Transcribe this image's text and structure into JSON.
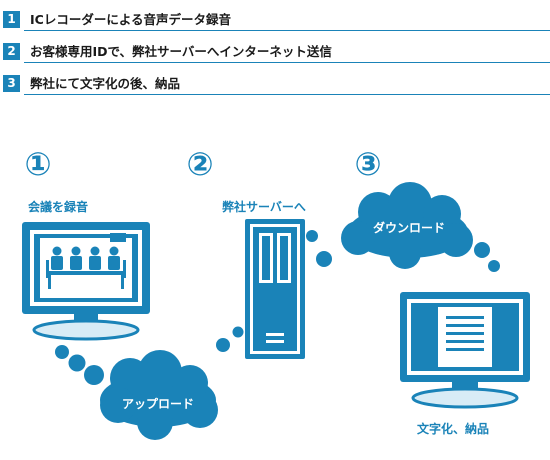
{
  "steps": [
    {
      "num": "1",
      "text": "ICレコーダーによる音声データ録音"
    },
    {
      "num": "2",
      "text": "お客様専用IDで、弊社サーバーへインターネット送信"
    },
    {
      "num": "3",
      "text": "弊社にて文字化の後、納品"
    }
  ],
  "diagram": {
    "circle_nums": [
      "①",
      "②",
      "③"
    ],
    "labels": {
      "record": "会議を録音",
      "server": "弊社サーバーへ",
      "delivery": "文字化、納品"
    },
    "clouds": {
      "upload": "アップロード",
      "download": "ダウンロード"
    }
  },
  "colors": {
    "accent": "#1a83b8",
    "dark_blue": "#166a96",
    "light_blue": "#d8ecf6"
  }
}
